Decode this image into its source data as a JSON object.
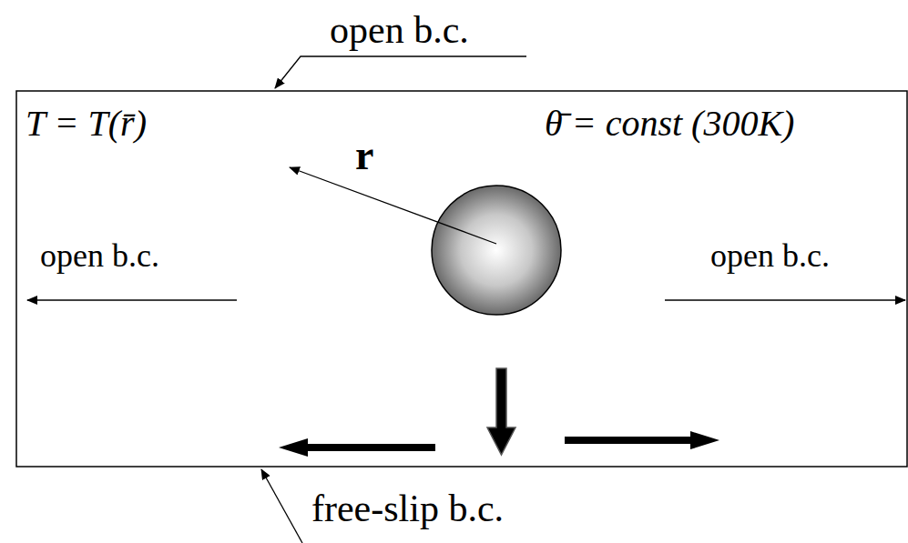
{
  "diagram": {
    "labels": [
      "open b.c.",
      "T = T(r̄)",
      "θ̄ = const  (300K)",
      "r",
      "open b.c.",
      "open b.c.",
      "free-slip b.c."
    ]
  }
}
